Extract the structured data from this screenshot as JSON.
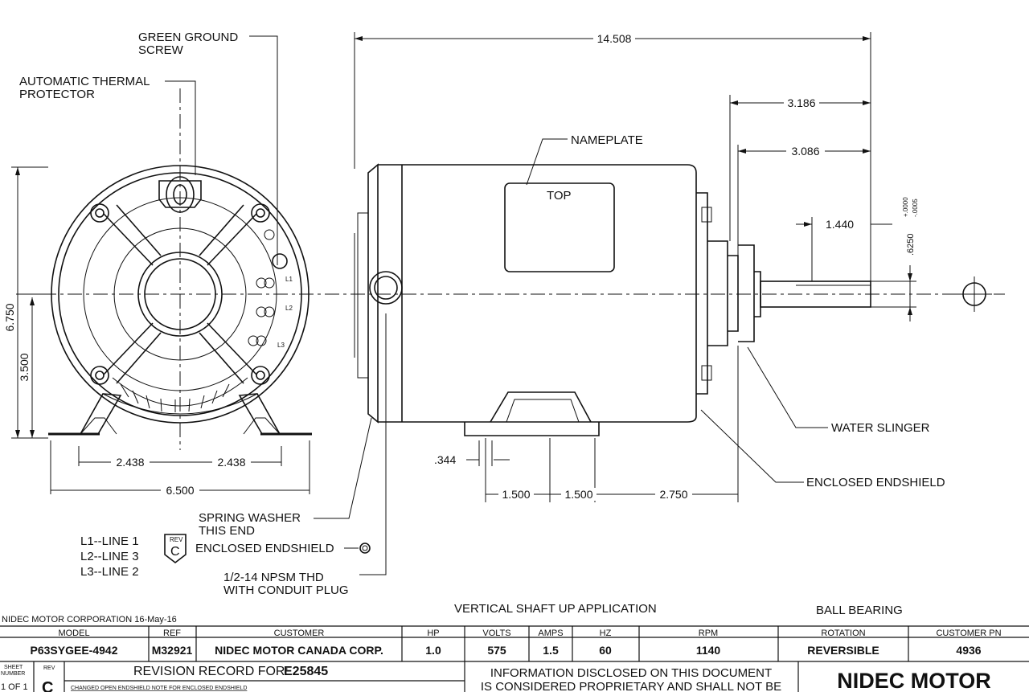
{
  "callouts": {
    "green_ground_screw_1": "GREEN GROUND",
    "green_ground_screw_2": "SCREW",
    "thermal_protector_1": "AUTOMATIC THERMAL",
    "thermal_protector_2": "PROTECTOR",
    "nameplate": "NAMEPLATE",
    "top": "TOP",
    "water_slinger": "WATER SLINGER",
    "enclosed_endshield": "ENCLOSED ENDSHIELD",
    "spring_washer_1": "SPRING WASHER",
    "spring_washer_2": "THIS END",
    "enclosed_endshield_2": "ENCLOSED ENDSHIELD",
    "npsm_1": "1/2-14 NPSM THD",
    "npsm_2": "WITH CONDUIT PLUG"
  },
  "dimensions": {
    "overall_length": "14.508",
    "d_3186": "3.186",
    "d_3086": "3.086",
    "d_1440": "1.440",
    "shaft_dia": ".6250",
    "shaft_tol_plus": "+.0000",
    "shaft_tol_minus": "-.0005",
    "height": "6.750",
    "center_height": "3.500",
    "foot_left": "2.438",
    "foot_right": "2.438",
    "base_width": "6.500",
    "slot": ".344",
    "foot_1": "1.500",
    "foot_2": "1.500",
    "end_to_foot": "2.750"
  },
  "wiring": {
    "l1": "L1--LINE 1",
    "l2": "L2--LINE 3",
    "l3": "L3--LINE 2",
    "rev_label": "REV",
    "rev_letter": "C"
  },
  "headings": {
    "application": "VERTICAL SHAFT UP APPLICATION",
    "bearing": "BALL BEARING",
    "corp_date": "NIDEC MOTOR CORPORATION 16-May-16"
  },
  "table": {
    "headers": {
      "model": "MODEL",
      "ref": "REF",
      "customer": "CUSTOMER",
      "hp": "HP",
      "volts": "VOLTS",
      "amps": "AMPS",
      "hz": "HZ",
      "rpm": "RPM",
      "rotation": "ROTATION",
      "customer_pn": "CUSTOMER PN"
    },
    "values": {
      "model": "P63SYGEE-4942",
      "ref": "M32921",
      "customer": "NIDEC MOTOR CANADA CORP.",
      "hp": "1.0",
      "volts": "575",
      "amps": "1.5",
      "hz": "60",
      "rpm": "1140",
      "rotation": "REVERSIBLE",
      "customer_pn": "4936"
    }
  },
  "footer": {
    "sheet_number_1": "SHEET",
    "sheet_number_2": "NUMBER",
    "rev": "REV",
    "sheet_of": "1 OF 1",
    "rev_letter": "C",
    "revision_record_label": "REVISION RECORD FOR:",
    "revision_record_id": "E25845",
    "revision_note": "CHANGED OPEN ENDSHIELD NOTE FOR ENCLOSED ENDSHIELD",
    "info_1": "INFORMATION DISCLOSED ON THIS DOCUMENT",
    "info_2": "IS CONSIDERED PROPRIETARY AND SHALL NOT BE",
    "brand": "NIDEC MOTOR"
  }
}
